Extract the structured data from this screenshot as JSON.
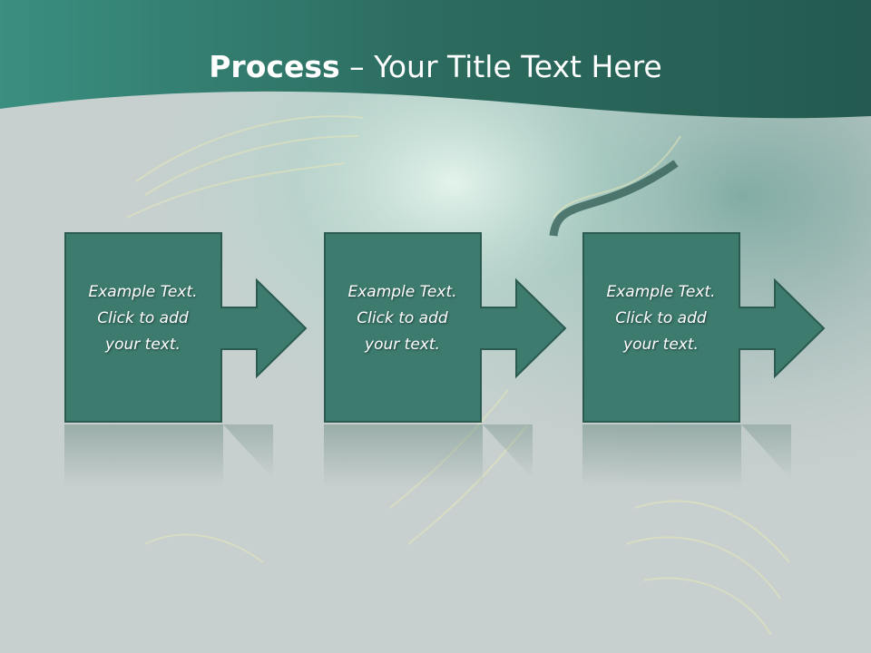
{
  "title": {
    "bold_part": "Process",
    "rest": " – Your Title Text Here"
  },
  "steps": [
    {
      "lines": [
        "Example Text.",
        "Click  to add",
        "your text."
      ]
    },
    {
      "lines": [
        "Example Text.",
        "Click  to add",
        "your text."
      ]
    },
    {
      "lines": [
        "Example Text.",
        "Click  to add",
        "your text."
      ]
    }
  ],
  "colors": {
    "header": "#2f7468",
    "box_fill": "#3d7b6f",
    "box_stroke": "#2a5a50",
    "background": "#c9d1d0"
  }
}
